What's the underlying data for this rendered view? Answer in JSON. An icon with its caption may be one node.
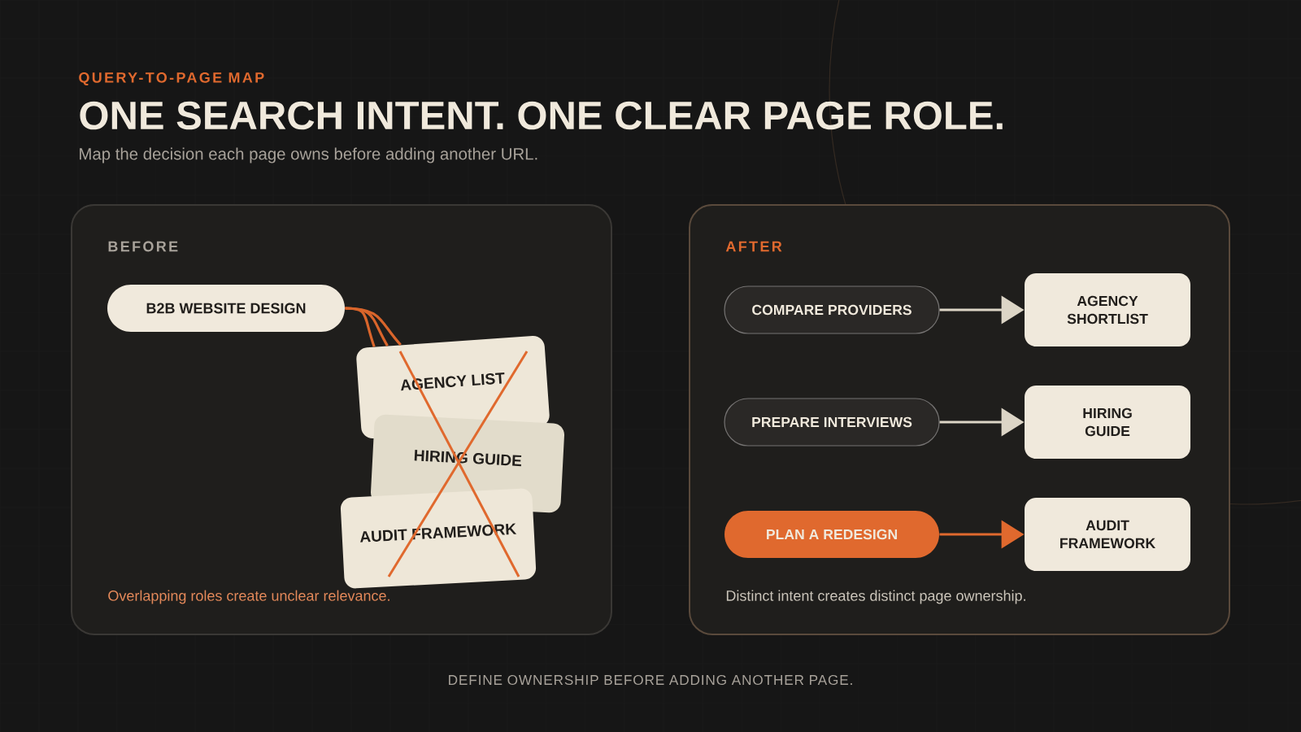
{
  "diagram": {
    "title": "ONE SEARCH INTENT. ONE CLEAR PAGE ROLE.",
    "nodes": [
      {
        "text": [
          "BEFORE",
          "Overlapping roles create unclear relevance."
        ]
      },
      {
        "text": [
          "B2B WEBSITE DESIGN"
        ],
        "in": 0
      },
      {
        "text": [
          "AGENCY LIST"
        ],
        "in": 0
      },
      {
        "text": [
          "HIRING GUIDE"
        ],
        "in": 0
      },
      {
        "text": [
          "AUDIT FRAMEWORK"
        ],
        "in": 0
      },
      {
        "text": [
          "AFTER",
          "Distinct intent creates distinct page ownership."
        ]
      },
      {
        "text": [
          "COMPARE PROVIDERS"
        ],
        "in": 5
      },
      {
        "text": [
          "AGENCY SHORTLIST"
        ],
        "in": 5
      },
      {
        "text": [
          "PREPARE INTERVIEWS"
        ],
        "in": 5
      },
      {
        "text": [
          "HIRING GUIDE"
        ],
        "in": 5
      },
      {
        "text": [
          "PLAN A REDESIGN"
        ],
        "in": 5
      },
      {
        "text": [
          "AUDIT FRAMEWORK"
        ],
        "in": 5
      }
    ],
    "edges": [
      {
        "from": 1,
        "to": 2,
        "arrow": "none",
        "color": "#d9652b"
      },
      {
        "from": 1,
        "to": 2,
        "arrow": "none",
        "color": "#d9652b"
      },
      {
        "from": 1,
        "to": 2,
        "arrow": "none",
        "color": "#d9652b"
      },
      {
        "from": 6,
        "to": 7,
        "arrow": "to",
        "color": "#dcd5c6"
      },
      {
        "from": 8,
        "to": 9,
        "arrow": "to",
        "color": "#dcd5c6"
      },
      {
        "from": 10,
        "to": 11,
        "arrow": "to",
        "color": "#e0692e"
      }
    ],
    "labels": [
      "QUERY-TO-PAGE MAP",
      "Map the decision each page owns before adding another URL.",
      "DEFINE OWNERSHIP BEFORE ADDING ANOTHER PAGE."
    ]
  }
}
